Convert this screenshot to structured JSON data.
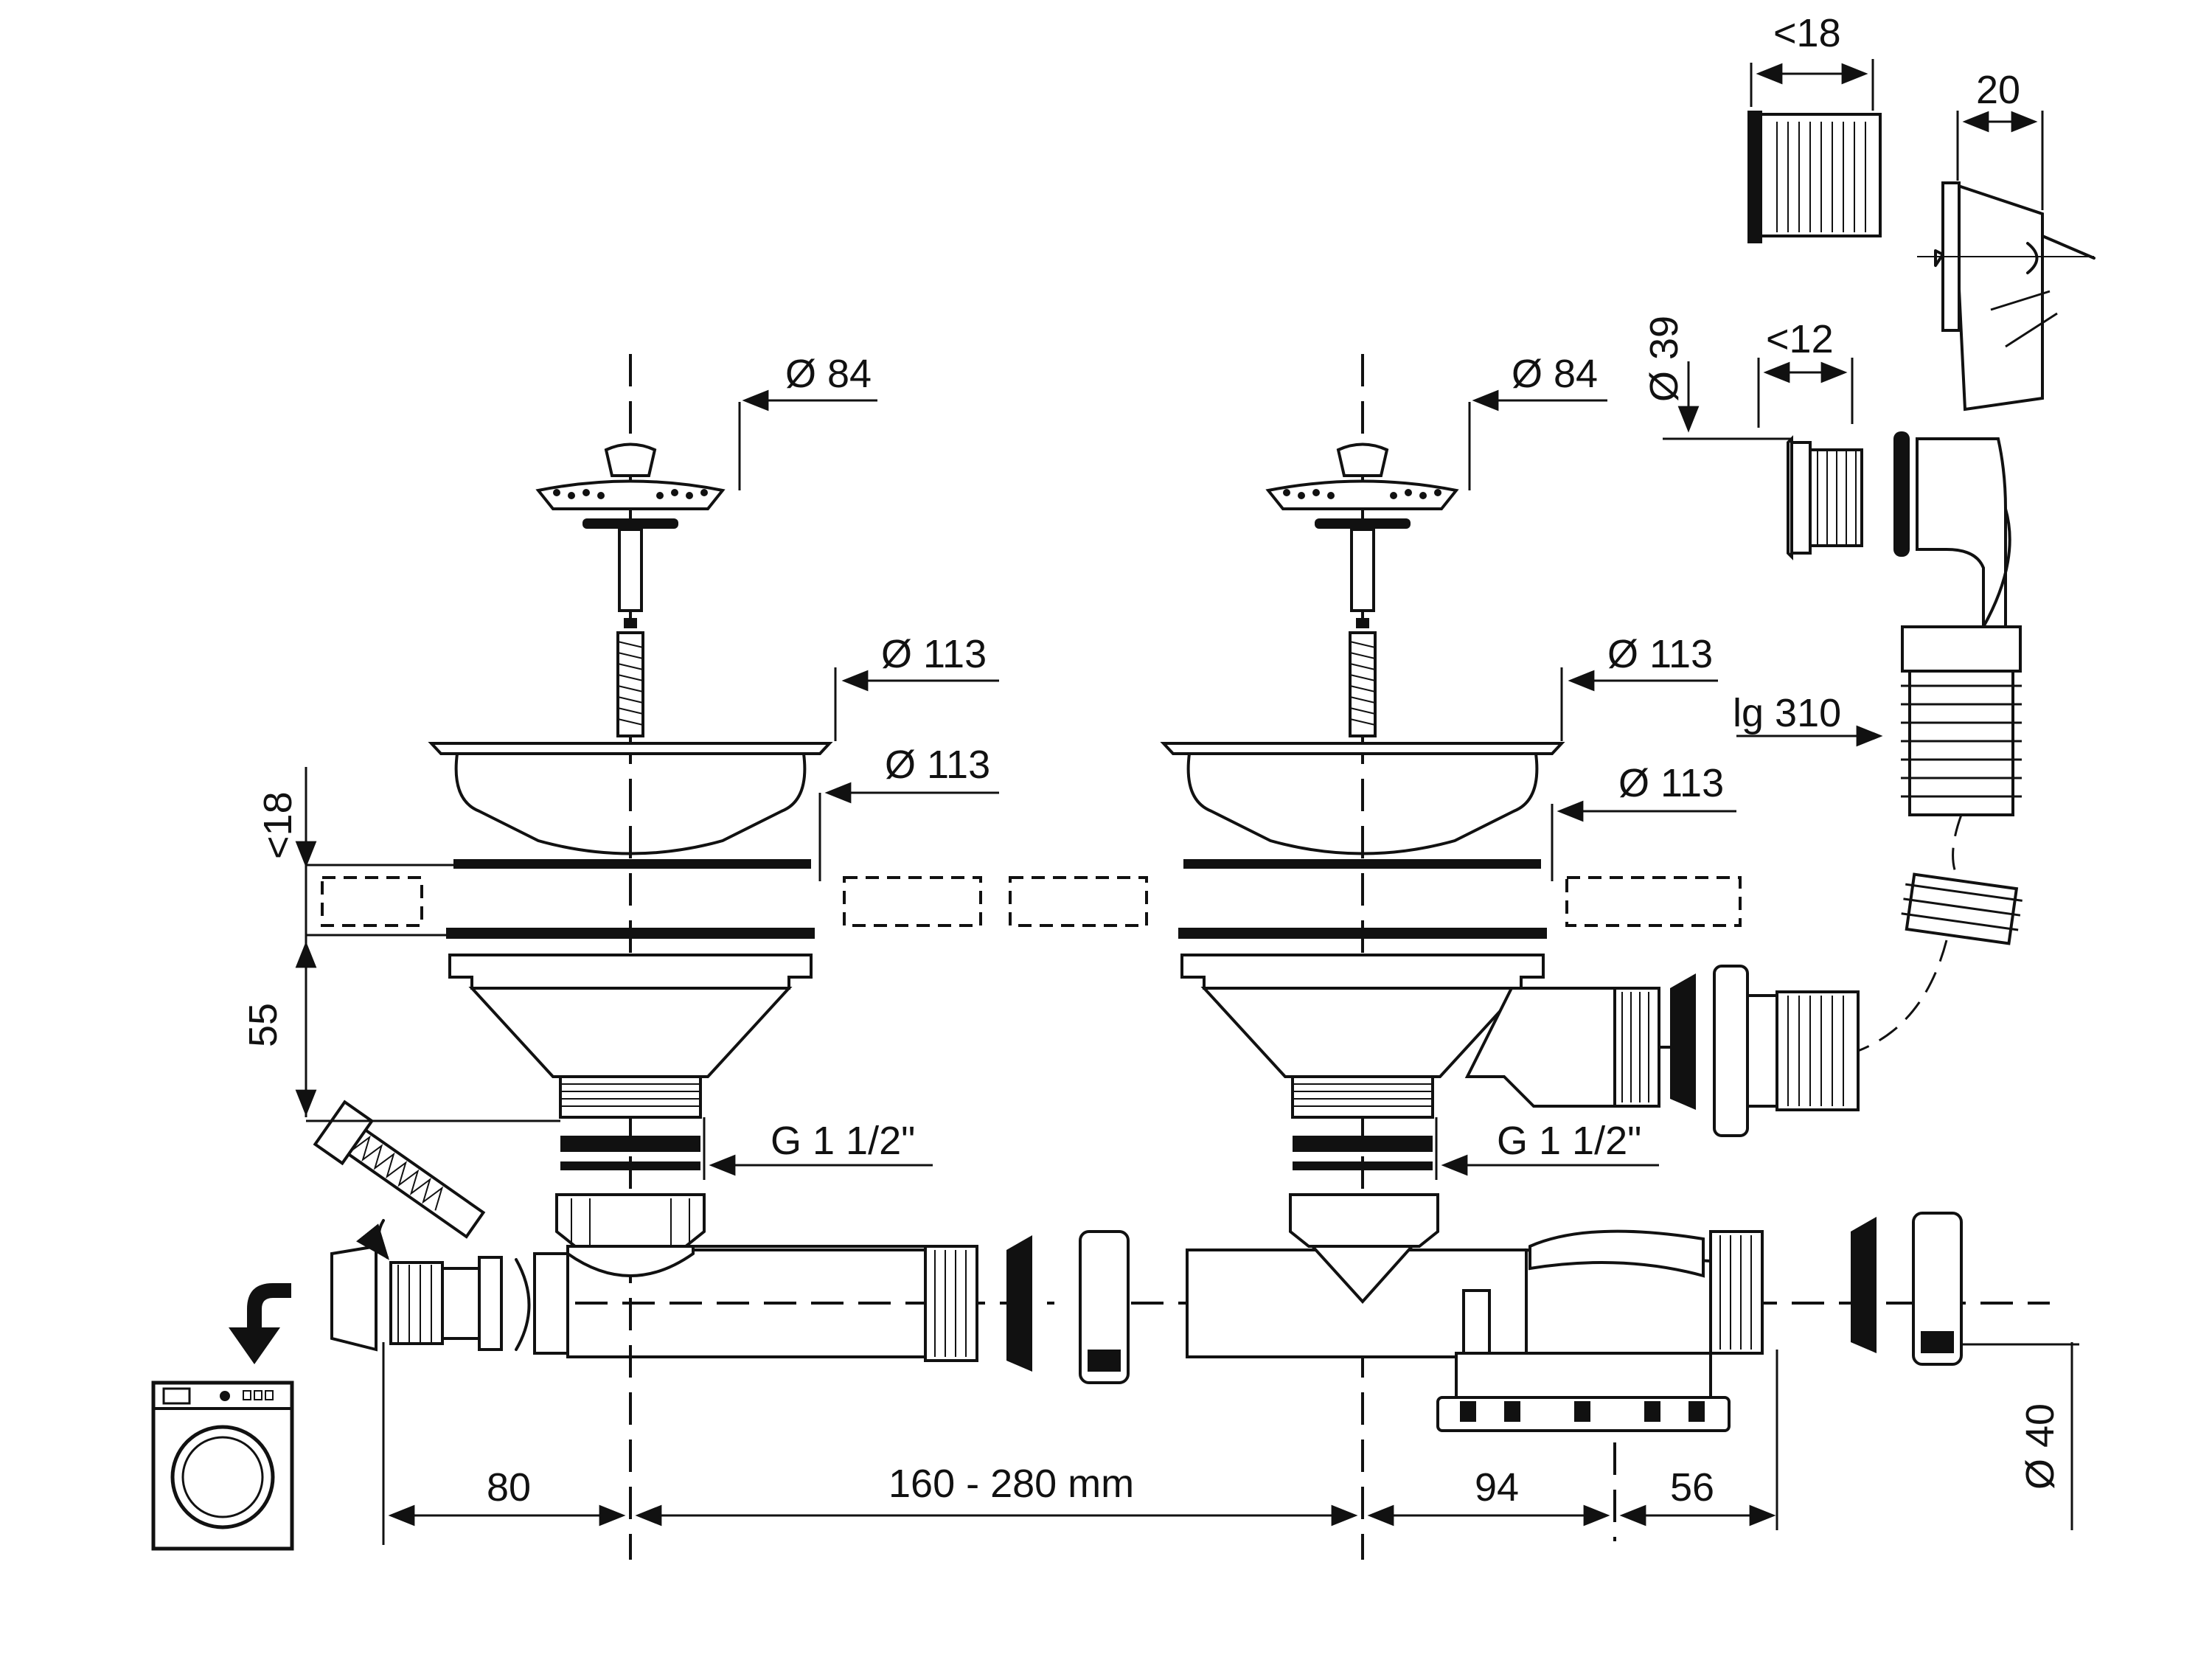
{
  "diagram": {
    "labels": {
      "d84_left": "Ø 84",
      "d84_right": "Ø 84",
      "d113_top_left": "Ø  113",
      "d113_top_right": "Ø 113",
      "d113_mid_left": "Ø 113",
      "d113_mid_right": "Ø 113",
      "lt18_left": "<18",
      "h55": "55",
      "g112_left": "G 1 1/2\"",
      "g112_right": "G 1 1/2\"",
      "dim80": "80",
      "dim160_280": "160 - 280 mm",
      "dim94": "94",
      "dim56": "56",
      "d40": "Ø 40",
      "d39": "Ø 39",
      "lt12": "<12",
      "lt18_top": "<18",
      "w20": "20",
      "lg310": "lg 310"
    },
    "icons": [
      "washing-machine-icon",
      "down-arrow-icon",
      "sieve-strainer",
      "basket-waste",
      "overflow-fitting",
      "corrugated-hose",
      "trap-body"
    ]
  }
}
